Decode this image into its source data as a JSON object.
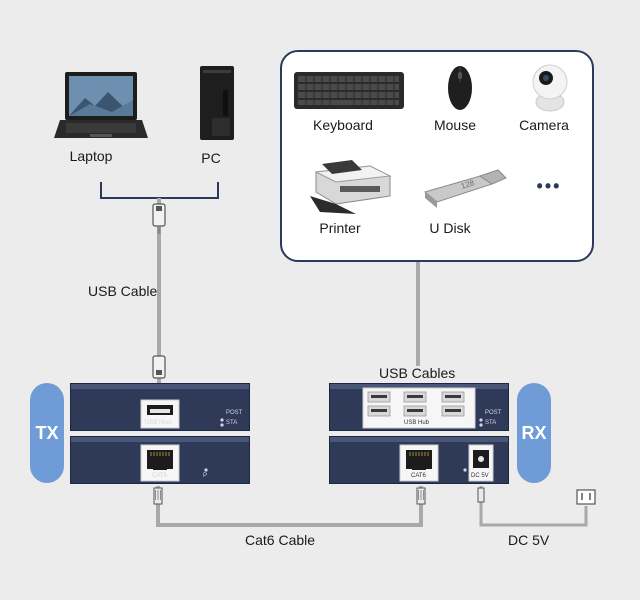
{
  "sources": {
    "laptop_label": "Laptop",
    "pc_label": "PC"
  },
  "peripherals": {
    "keyboard_label": "Keyboard",
    "mouse_label": "Mouse",
    "camera_label": "Camera",
    "printer_label": "Printer",
    "udisk_label": "U Disk",
    "more_label": "•••",
    "udisk_engraving": "128"
  },
  "cables": {
    "usb_cable_label": "USB Cable",
    "usb_cables_label": "USB Cables",
    "cat6_cable_label": "Cat6 Cable",
    "dc_label": "DC 5V"
  },
  "tx": {
    "label": "TX",
    "usb_port_label": "USB Host",
    "cat6_port_label": "CAT6",
    "led1": "POST",
    "led2": "STA",
    "led3": "P"
  },
  "rx": {
    "label": "RX",
    "usb_port_label": "USB Hub",
    "cat6_port_label": "CAT6",
    "dc_port_label": "DC 5V",
    "led1": "POST",
    "led2": "STA"
  },
  "colors": {
    "device": "#2e3a57",
    "pill": "#6f9bd6",
    "cable": "#a9a9a9",
    "panel_border": "#2b3a5c"
  }
}
